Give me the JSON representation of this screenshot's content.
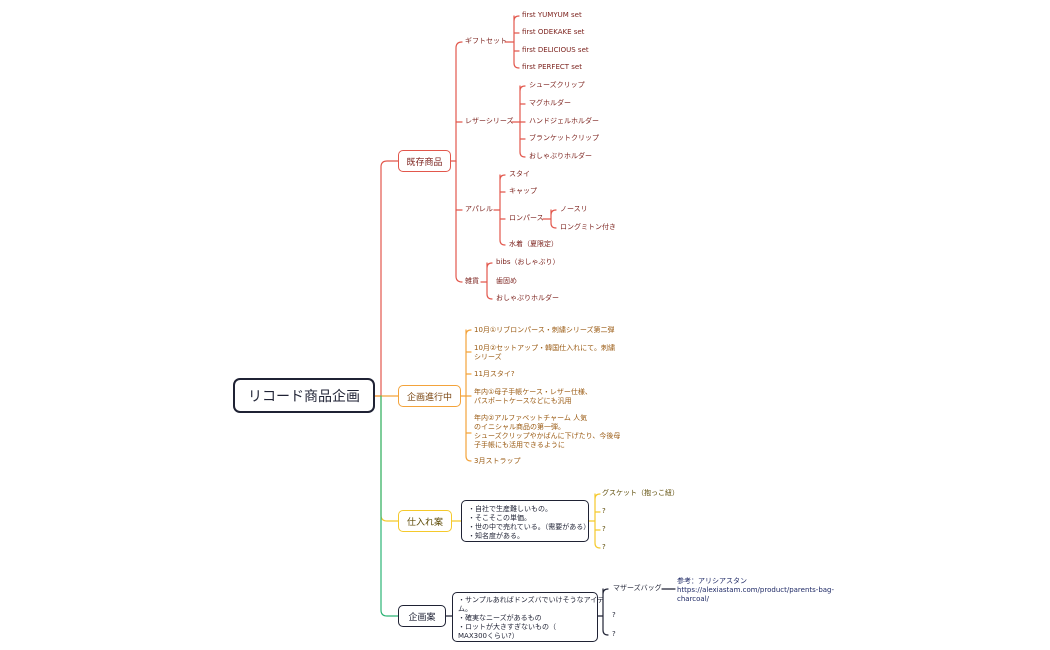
{
  "root": "リコード商品企画",
  "colors": {
    "red": "#e2574c",
    "orange": "#f3a33b",
    "yellow": "#f5c92b",
    "green": "#2bb374",
    "dark": "#1f2234"
  },
  "branches": {
    "existing": {
      "label": "既存商品",
      "gift": {
        "label": "ギフトセット",
        "items": [
          "first YUMYUM set",
          "first ODEKAKE set",
          "first DELICIOUS set",
          "first PERFECT set"
        ]
      },
      "leather": {
        "label": "レザーシリーズ",
        "items": [
          "シューズクリップ",
          "マグホルダー",
          "ハンドジェルホルダー",
          "ブランケットクリップ",
          "おしゃぶりホルダー"
        ]
      },
      "apparel": {
        "label": "アパレル",
        "items": [
          "スタイ",
          "キャップ",
          "ロンパース",
          "水着（夏限定）"
        ],
        "rompers": [
          "ノースリ",
          "ロングミトン付き"
        ]
      },
      "misc": {
        "label": "雑貨",
        "items": [
          "bibs（おしゃぶり）",
          "歯固め",
          "おしゃぶりホルダー"
        ]
      }
    },
    "progress": {
      "label": "企画進行中",
      "items": [
        [
          "10月①リブロンパース・刺繍シリーズ第二弾"
        ],
        [
          "10月②セットアップ・韓国仕入れにて。刺繍",
          "シリーズ"
        ],
        [
          "11月スタイ?"
        ],
        [
          "年内①母子手帳ケース・レザー仕様、",
          "パスポートケースなどにも汎用"
        ],
        [
          "年内②アルファベットチャーム 人気",
          "のイニシャル商品の第一弾。",
          "シューズクリップやかばんに下げたり、今後母",
          "子手帳にも活用できるように"
        ],
        [
          "3月ストラップ"
        ]
      ]
    },
    "sourcing": {
      "label": "仕入れ案",
      "notes": [
        "・自社で生産難しいもの。",
        "・そこそこの単価。",
        "・世の中で売れている。（需要がある）",
        "・知名度がある。"
      ],
      "items": [
        "グスケット（抱っこ紐）",
        "?",
        "?",
        "?"
      ]
    },
    "planning": {
      "label": "企画案",
      "notes": [
        "・サンプルあればドンズバでいけそうなアイテ",
        "ム。",
        "・確実なニーズがあるもの",
        "・ロットが大きすぎないもの（",
        "MAX300くらい?）"
      ],
      "items": [
        "マザーズバッグ",
        "?",
        "?"
      ],
      "reference": [
        "参考：アリシアスタン",
        "https://alexiastam.com/product/parents-bag-",
        "charcoal/"
      ]
    }
  }
}
